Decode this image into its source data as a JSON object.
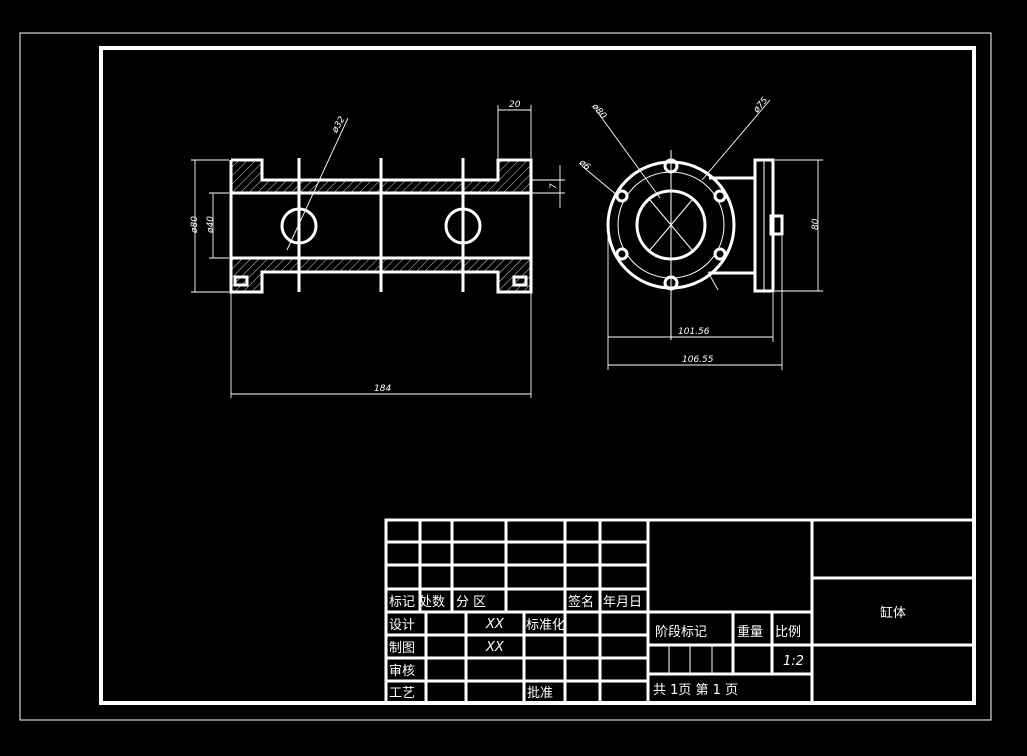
{
  "drawing": {
    "front_view": {
      "dims": {
        "length": "184",
        "flange_width": "20",
        "wall": "7",
        "outer_dia": "ø80",
        "inner_dia": "ø40",
        "port_dia": "ø32"
      }
    },
    "side_view": {
      "dims": {
        "flange_dia": "ø80",
        "bolt_circle": "ø75",
        "hole_dia": "ø6",
        "height": "80",
        "width_a": "101.56",
        "width_b": "106.55"
      }
    }
  },
  "title_block": {
    "header_row": [
      "标记",
      "处数",
      "分 区",
      "",
      "签名",
      "年月日"
    ],
    "design_label": "设计",
    "draw_label": "制图",
    "check_label": "审核",
    "process_label": "工艺",
    "design_value": "XX",
    "draw_value": "XX",
    "std_label": "标准化",
    "approve_label": "批准",
    "stage_label": "阶段标记",
    "weight_label": "重量",
    "scale_label": "比例",
    "scale_value": "1:2",
    "sheet_text": "共 1页 第 1 页",
    "part_name": "缸体"
  }
}
